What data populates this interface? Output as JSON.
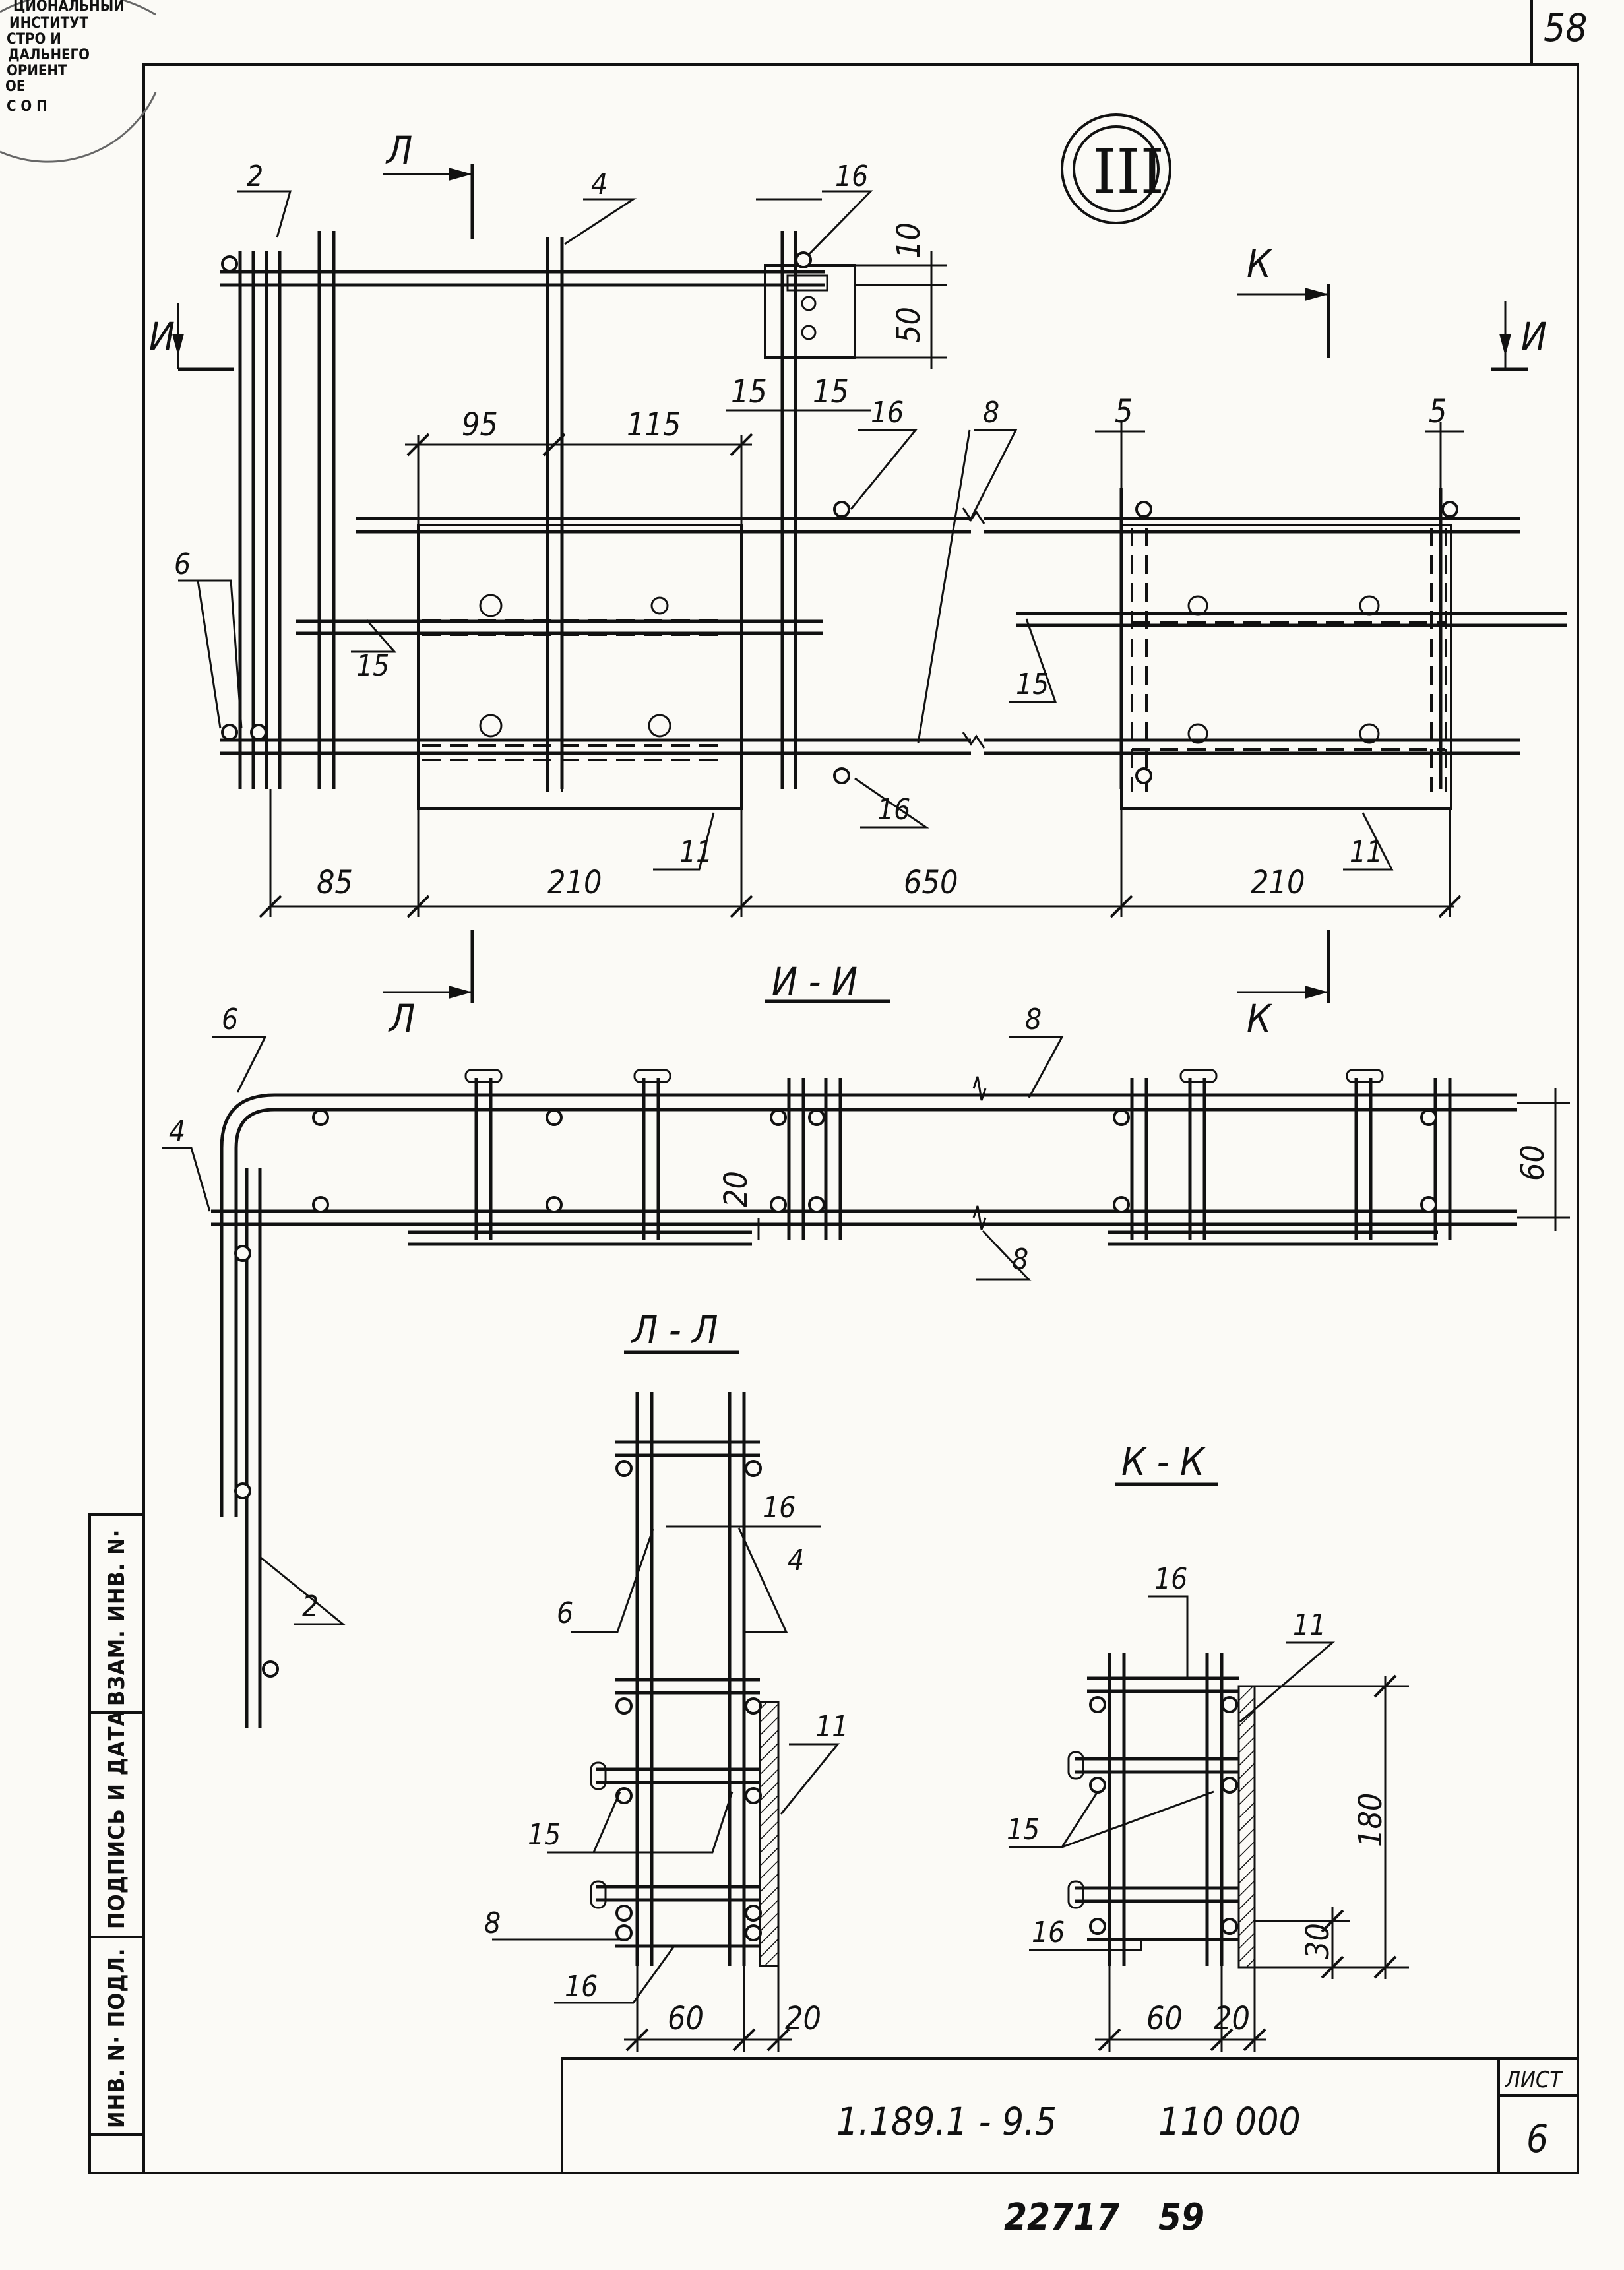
{
  "page_number": "58",
  "bottom_number": "22717",
  "bottom_page": "59",
  "title_block": {
    "code": "1.189.1 - 9.5",
    "doc_number": "110 000",
    "sheet_label": "ЛИСТ",
    "sheet_number": "6"
  },
  "side_table": {
    "inv_podl": "ИНВ. N· ПОДЛ.",
    "podpis_data": "ПОДПИСЬ И ДАТА",
    "vzam_inv": "ВЗАМ. ИНВ. N·"
  },
  "stamp_lines": [
    "ЦИОНАЛЬНЫЙ",
    "ИНСТИТУТ",
    "СТРО И",
    "ДАЛЬНЕГО",
    "ОРИЕНТ",
    "ОЕ",
    "С О П"
  ],
  "detail_mark": "III",
  "sections": {
    "ii": "И - И",
    "ll": "Л - Л",
    "kk": "К - К"
  },
  "cut_letters": {
    "l": "Л",
    "k": "К",
    "i": "И"
  },
  "plan": {
    "labels": {
      "p2": "2",
      "p4": "4",
      "p16": "16",
      "p6": "6",
      "p15": "15",
      "p8": "8",
      "p11": "11"
    },
    "dims": {
      "d10": "10",
      "d50": "50",
      "d15": "15",
      "d95": "95",
      "d115": "115",
      "d5": "5",
      "d85": "85",
      "d210": "210",
      "d650": "650"
    }
  },
  "section_ii": {
    "labels": {
      "p6": "6",
      "p4": "4",
      "p8": "8",
      "p2": "2"
    },
    "dims": {
      "d20": "20",
      "d60": "60"
    }
  },
  "section_ll": {
    "labels": {
      "p16": "16",
      "p6": "6",
      "p4": "4",
      "p11": "11",
      "p15": "15",
      "p8": "8"
    },
    "dims": {
      "d60": "60",
      "d20": "20"
    }
  },
  "section_kk": {
    "labels": {
      "p16": "16",
      "p11": "11",
      "p15": "15"
    },
    "dims": {
      "d180": "180",
      "d30": "30",
      "d60": "60",
      "d20": "20"
    }
  }
}
